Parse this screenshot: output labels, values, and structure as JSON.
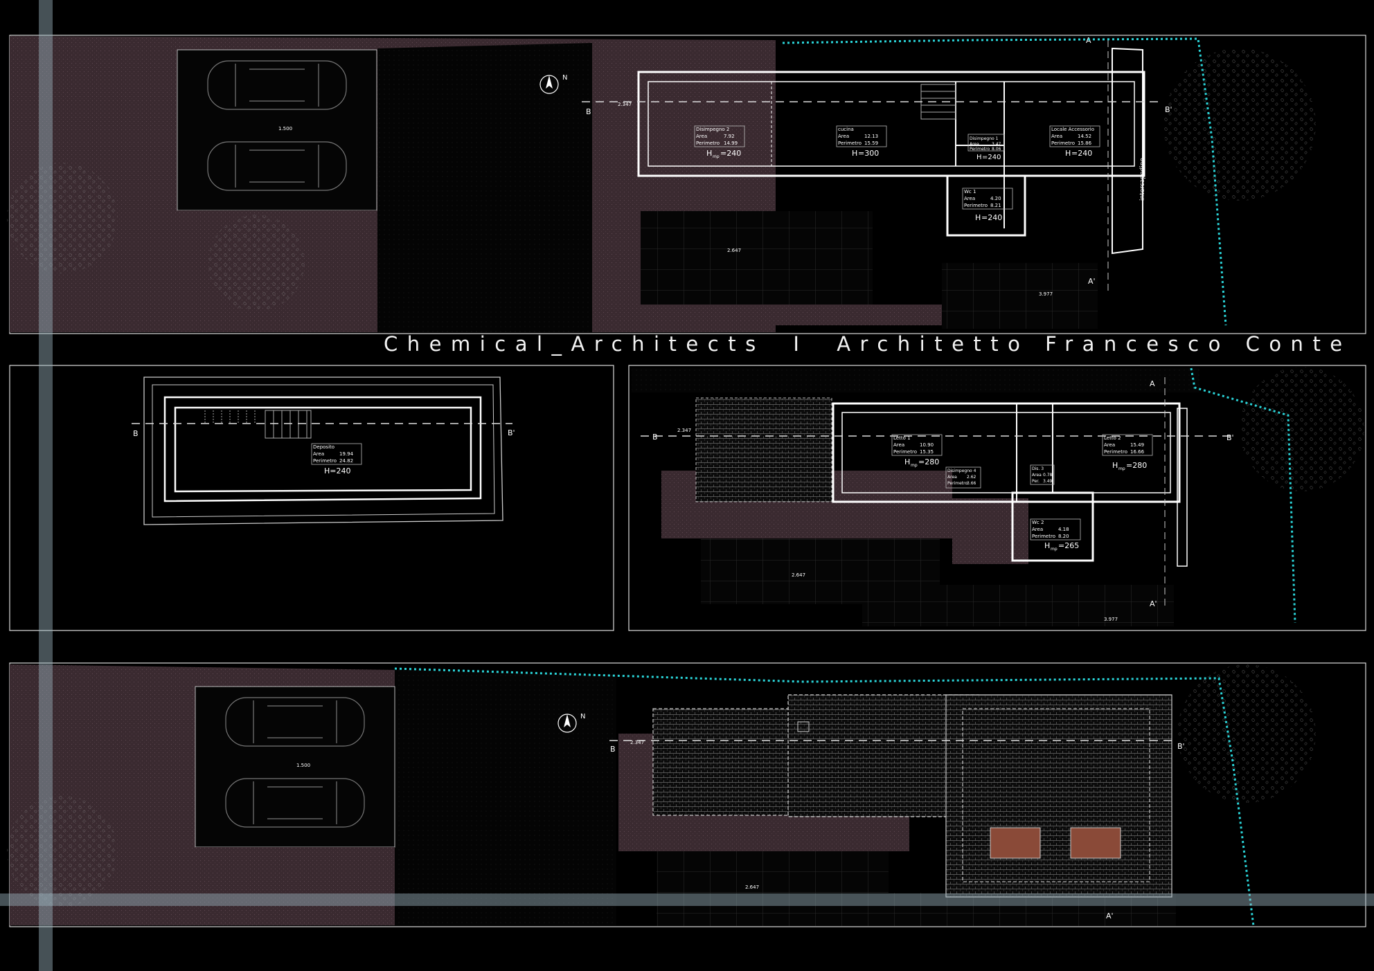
{
  "header": {
    "studio": "Chemical_Architects",
    "separator": "I",
    "architect": "Architetto Francesco Conte"
  },
  "colors": {
    "background": "#000000",
    "lines": "#ffffff",
    "site_fill": "#3a2a30",
    "boundary_dotted": "#2ad4d8",
    "skylight": "#8a4a38",
    "overlay_band": "#9bb3bf"
  },
  "plan_ground": {
    "rooms": [
      {
        "name": "Disimpegno 2",
        "area": "7.92",
        "perimetro": "14.99",
        "height": "H",
        "height_sub": "mp",
        "height_val": "=240"
      },
      {
        "name": "cucina",
        "area": "12.13",
        "perimetro": "15.59",
        "height": "H",
        "height_sub": "",
        "height_val": "=300"
      },
      {
        "name": "Disimpegno 1",
        "area": "3.47",
        "perimetro": "8.06",
        "height": "H",
        "height_sub": "",
        "height_val": "=240"
      },
      {
        "name": "Locale Accessorio",
        "area": "14.52",
        "perimetro": "15.86",
        "height": "H",
        "height_sub": "",
        "height_val": "=240"
      },
      {
        "name": "Wc 1",
        "area": "4.20",
        "perimetro": "8.21",
        "height": "H",
        "height_sub": "",
        "height_val": "=240"
      }
    ],
    "intercapedine": "intercapedine",
    "level_a": "1.500",
    "level_b": "2.347",
    "level_c": "2.647",
    "level_d": "3.977",
    "section_b": "B",
    "section_b_prime": "B'",
    "section_a": "A",
    "section_a_prime": "A'",
    "north": "N"
  },
  "plan_basement": {
    "room": {
      "name": "Deposito",
      "area": "19.94",
      "perimetro": "24.82",
      "height": "H=240"
    },
    "section_b": "B",
    "section_b_prime": "B'"
  },
  "plan_first": {
    "rooms": [
      {
        "name": "Letto 1",
        "area": "10.90",
        "perimetro": "15.35",
        "height": "H",
        "height_sub": "mp",
        "height_val": "=280"
      },
      {
        "name": "Letto 2",
        "area": "15.49",
        "perimetro": "16.66",
        "height": "H",
        "height_sub": "mp",
        "height_val": "=280"
      },
      {
        "name": "Wc 2",
        "area": "4.18",
        "perimetro": "8.20",
        "height": "H",
        "height_sub": "mp",
        "height_val": "=265"
      }
    ],
    "small_rooms": [
      {
        "name": "Disimpegno 4",
        "area": "2.62",
        "perimetro": "3.66"
      },
      {
        "name": "Dis. 3",
        "area": "0.78",
        "perimetro": "3.49"
      }
    ],
    "level_b": "2.347",
    "level_c": "2.647",
    "level_d": "3.977",
    "section_b": "B",
    "section_b_prime": "B'",
    "section_a": "A",
    "section_a_prime": "A'"
  },
  "plan_roof": {
    "level_a": "1.500",
    "level_b": "2.347",
    "level_c": "2.647",
    "section_b": "B",
    "section_b_prime": "B'",
    "section_a_prime": "A'",
    "north": "N"
  },
  "labels": {
    "area": "Area",
    "perimetro": "Perimetro",
    "per": "Per."
  }
}
